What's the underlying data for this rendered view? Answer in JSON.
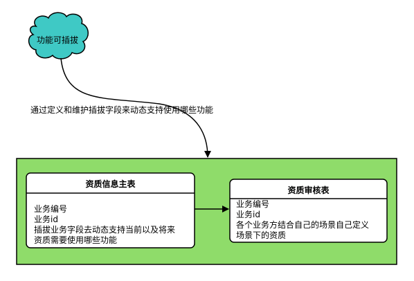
{
  "colors": {
    "cloud_fill": "#3fc9c5",
    "container_fill": "#8fdc6a",
    "box_fill": "#ffffff",
    "stroke": "#000000"
  },
  "cloud": {
    "label": "功能可插拔"
  },
  "edge_label": "通过定义和维护插拔字段来动态支持使用哪些功能",
  "main_table": {
    "title": "资质信息主表",
    "fields": [
      "业务编号",
      "业务id",
      "插拔业务字段去动态支持当前以及将来",
      "资质需要使用哪些功能"
    ]
  },
  "audit_table": {
    "title": "资质审核表",
    "fields": [
      "业务编号",
      "业务id",
      "各个业务方结合自己的场景自己定义",
      "场景下的资质"
    ]
  }
}
